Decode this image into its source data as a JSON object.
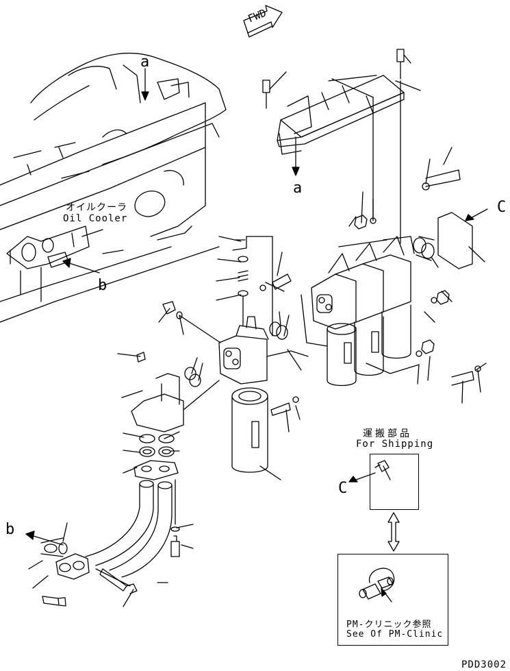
{
  "labels": {
    "fwd": "FWD",
    "a_top": "a",
    "a_bracket": "a",
    "oil_cooler_jp": "オイルクーラ",
    "oil_cooler_en": "Oil Cooler",
    "b_right": "b",
    "b_left": "b",
    "c_right": "C",
    "c_shipping": "C",
    "shipping_jp": "運搬部品",
    "shipping_en": "For Shipping",
    "clinic_jp": "PM-クリニック参照",
    "clinic_en": "See Of PM-Clinic",
    "drawing_no": "PDD3002"
  },
  "colors": {
    "line": "#000000",
    "background": "#ffffff"
  }
}
